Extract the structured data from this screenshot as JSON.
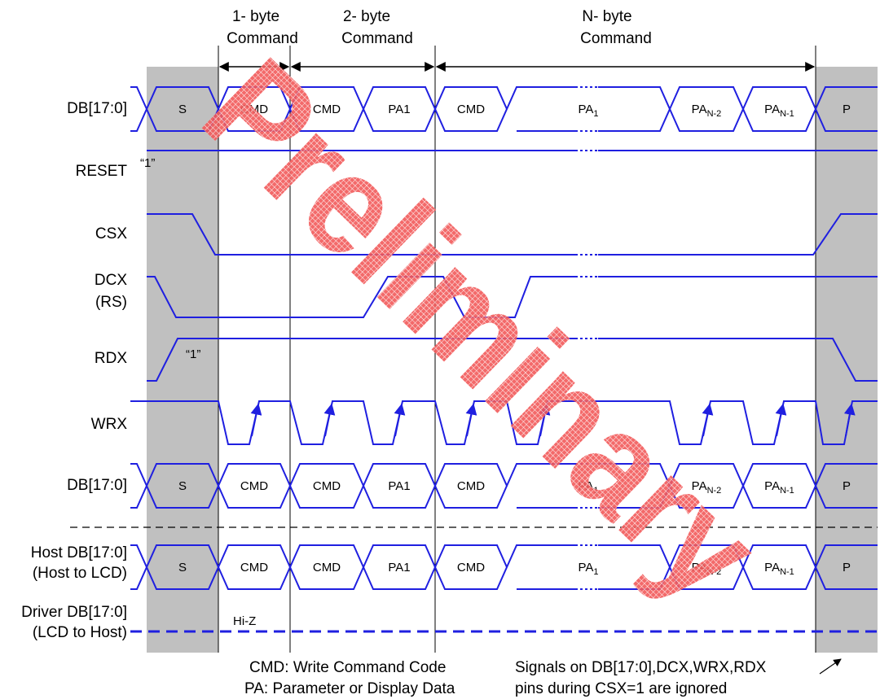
{
  "headers": {
    "one_byte": [
      "1- byte",
      "Command"
    ],
    "two_byte": [
      "2- byte",
      "Command"
    ],
    "n_byte": [
      "N- byte",
      "Command"
    ]
  },
  "signals": {
    "db_top": "DB[17:0]",
    "reset": "RESET",
    "csx": "CSX",
    "dcx": [
      "DCX",
      "(RS)"
    ],
    "rdx": "RDX",
    "wrx": "WRX",
    "db_mid": "DB[17:0]",
    "host_db": [
      "Host DB[17:0]",
      "(Host to LCD)"
    ],
    "driver_db": [
      "Driver DB[17:0]",
      "(LCD to Host)"
    ]
  },
  "level_one": "“1”",
  "hi_z": "Hi-Z",
  "cells": {
    "s": "S",
    "cmd": "CMD",
    "pa1": "PA1",
    "pa_base": "PA",
    "sub_1": "1",
    "sub_n2": "N-2",
    "sub_n1": "N-1",
    "p": "P"
  },
  "watermark": "Preliminary",
  "legend": {
    "cmd": "CMD:  Write Command Code",
    "pa": "PA:  Parameter or Display Data"
  },
  "note": [
    "Signals on DB[17:0],DCX,WRX,RDX",
    "pins during CSX=1 are ignored"
  ],
  "colors": {
    "wave": "#1f1fe0",
    "shade": "#c0c0c0",
    "watermark": "#f25a5a"
  }
}
